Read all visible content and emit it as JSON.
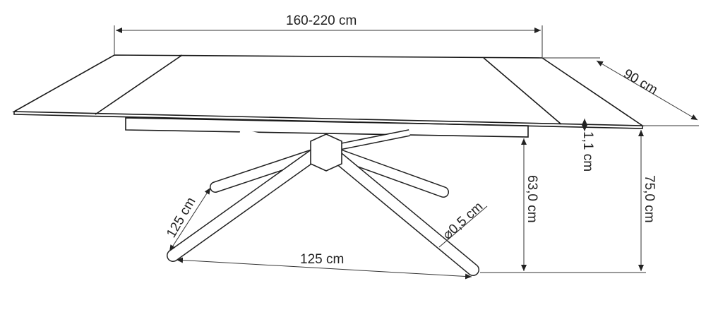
{
  "dimensions": {
    "length": "160-220 cm",
    "depth": "90 cm",
    "top_thickness": "1,1 cm",
    "apron_height": "63,0 cm",
    "total_height": "75,0 cm",
    "leg_side": "125 cm",
    "leg_base": "125 cm",
    "leg_diameter": "⌀0,5 cm"
  }
}
